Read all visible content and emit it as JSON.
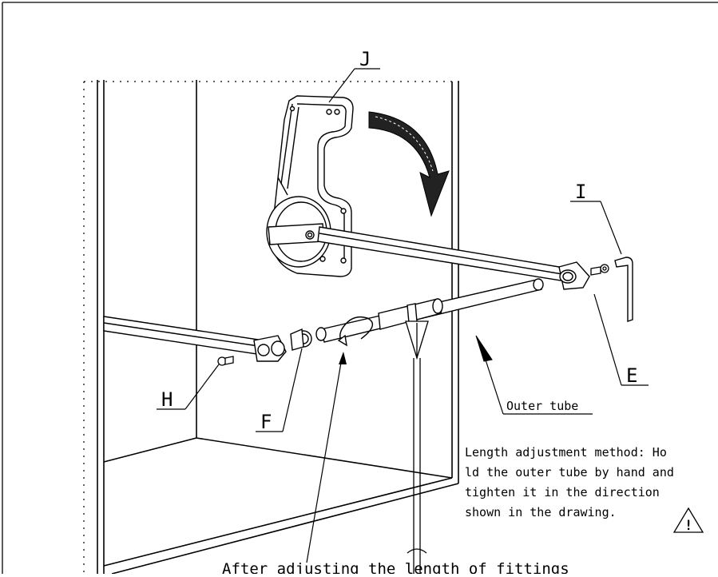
{
  "labels": {
    "J": "J",
    "I": "I",
    "E": "E",
    "H": "H",
    "F": "F"
  },
  "outer_tube_label": "Outer tube",
  "instructions": [
    "Length adjustment method: Ho",
    "ld the outer tube by hand and",
    "tighten it in the direction",
    "shown in the drawing."
  ],
  "warning_symbol": "!",
  "caption": "After adjusting the length of fittings",
  "colors": {
    "line": "#000000",
    "arrow_dark": "#222222",
    "background": "#ffffff"
  }
}
